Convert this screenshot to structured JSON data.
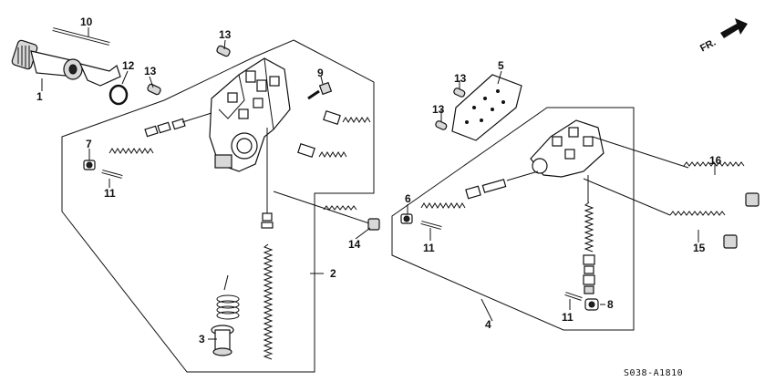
{
  "callouts": {
    "c1": "1",
    "c2": "2",
    "c3": "3",
    "c4": "4",
    "c5": "5",
    "c6": "6",
    "c7": "7",
    "c8": "8",
    "c9": "9",
    "c10": "10",
    "c11a": "11",
    "c11b": "11",
    "c11c": "11",
    "c12": "12",
    "c13a": "13",
    "c13b": "13",
    "c13c": "13",
    "c13d": "13",
    "c14": "14",
    "c15": "15",
    "c16": "16"
  },
  "direction_label": "FR.",
  "diagram_code": "S038-A1810"
}
